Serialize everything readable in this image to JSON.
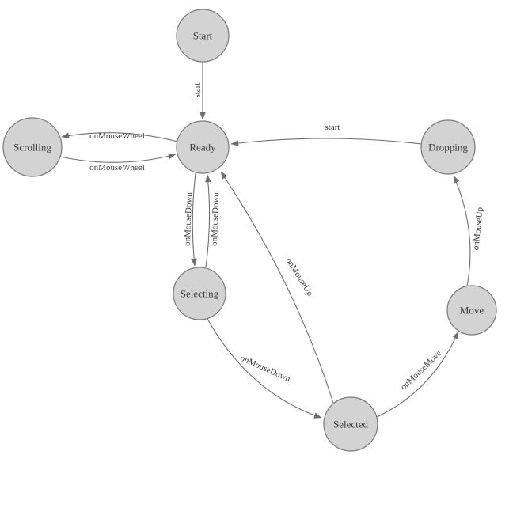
{
  "diagram": {
    "type": "state-machine",
    "colors": {
      "node_fill": "#d3d3d3",
      "node_stroke": "#7a7a7a",
      "edge": "#6e6e6e",
      "label": "#3b3b3b"
    },
    "nodes": {
      "start": {
        "label": "Start"
      },
      "ready": {
        "label": "Ready"
      },
      "scrolling": {
        "label": "Scrolling"
      },
      "dropping": {
        "label": "Dropping"
      },
      "selecting": {
        "label": "Selecting"
      },
      "move": {
        "label": "Move"
      },
      "selected": {
        "label": "Selected"
      }
    },
    "edges": {
      "start_to_ready": {
        "from": "Start",
        "to": "Ready",
        "label": "start"
      },
      "ready_to_scrolling": {
        "from": "Ready",
        "to": "Scrolling",
        "label": "onMouseWheel"
      },
      "scrolling_to_ready": {
        "from": "Scrolling",
        "to": "Ready",
        "label": "onMouseWheel"
      },
      "dropping_to_ready": {
        "from": "Dropping",
        "to": "Ready",
        "label": "start"
      },
      "ready_to_selecting": {
        "from": "Ready",
        "to": "Selecting",
        "label": "onMouseDown"
      },
      "selecting_to_ready": {
        "from": "Selecting",
        "to": "Ready",
        "label": "onMouseDown"
      },
      "selected_to_ready": {
        "from": "Selected",
        "to": "Ready",
        "label": "onMouseUp"
      },
      "selecting_to_selected": {
        "from": "Selecting",
        "to": "Selected",
        "label": "onMouseDown"
      },
      "selected_to_move": {
        "from": "Selected",
        "to": "Move",
        "label": "onMouseMove"
      },
      "move_to_dropping": {
        "from": "Move",
        "to": "Dropping",
        "label": "onMouseUp"
      }
    }
  }
}
